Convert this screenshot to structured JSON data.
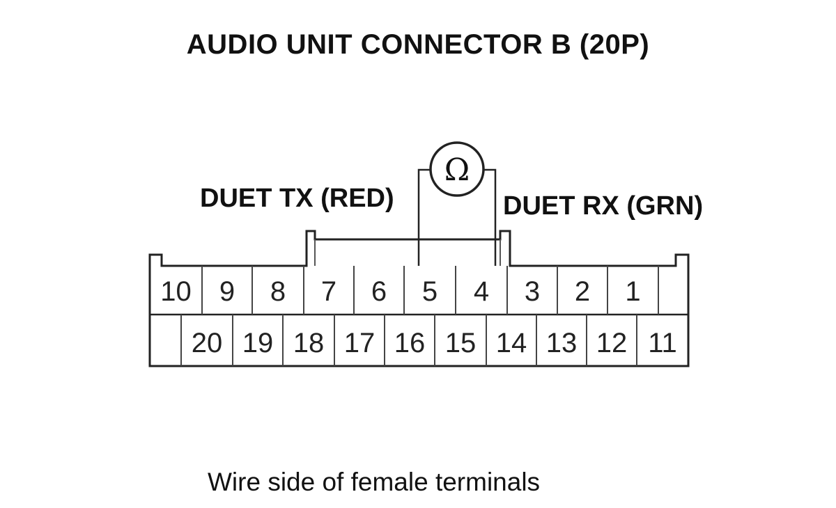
{
  "title": "AUDIO UNIT CONNECTOR B (20P)",
  "labels": {
    "tx": "DUET TX (RED)",
    "rx": "DUET RX (GRN)"
  },
  "meter_symbol": "Ω",
  "caption": "Wire side of female terminals",
  "connector": {
    "top_row": [
      "10",
      "9",
      "8",
      "7",
      "6",
      "5",
      "4",
      "3",
      "2",
      "1"
    ],
    "bottom_row": [
      "20",
      "19",
      "18",
      "17",
      "16",
      "15",
      "14",
      "13",
      "12",
      "11"
    ]
  }
}
